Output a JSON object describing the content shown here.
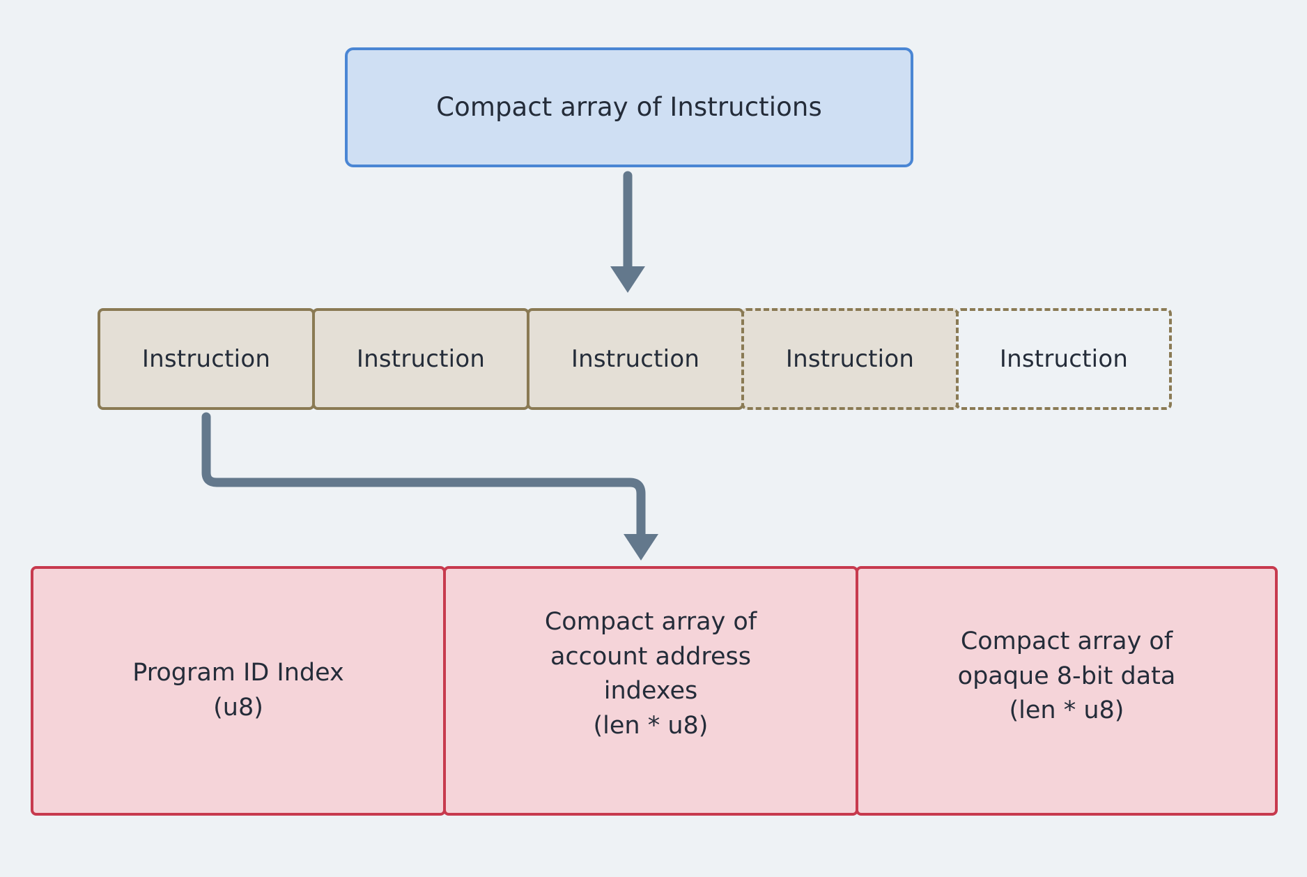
{
  "diagram": {
    "title": "Compact array of Instructions",
    "background_color": "#eef2f5",
    "text_color": "#242c39"
  },
  "top_node": {
    "label": "Compact array of Instructions",
    "fill_color": "#cfdff3",
    "border_color": "#4a86d4"
  },
  "instruction_row": {
    "fill_color": "#e4dfd6",
    "border_color": "#8a7a54",
    "items": [
      {
        "label": "Instruction",
        "style": "solid"
      },
      {
        "label": "Instruction",
        "style": "solid"
      },
      {
        "label": "Instruction",
        "style": "solid"
      },
      {
        "label": "Instruction",
        "style": "dashed-filled"
      },
      {
        "label": "Instruction",
        "style": "dashed-empty"
      }
    ]
  },
  "instruction_fields": {
    "fill_color": "#f5d4d9",
    "border_color": "#c73a4e",
    "items": [
      {
        "label": "Program ID Index\n(u8)"
      },
      {
        "label": "Compact array of\naccount address\nindexes\n(len * u8)"
      },
      {
        "label": "Compact array of\nopaque 8-bit data\n(len * u8)"
      }
    ]
  },
  "connectors": {
    "color": "#63788c",
    "items": [
      {
        "name": "array-to-instructions",
        "kind": "straight-down"
      },
      {
        "name": "instruction-to-fields",
        "kind": "elbow-down-right-down"
      }
    ]
  }
}
